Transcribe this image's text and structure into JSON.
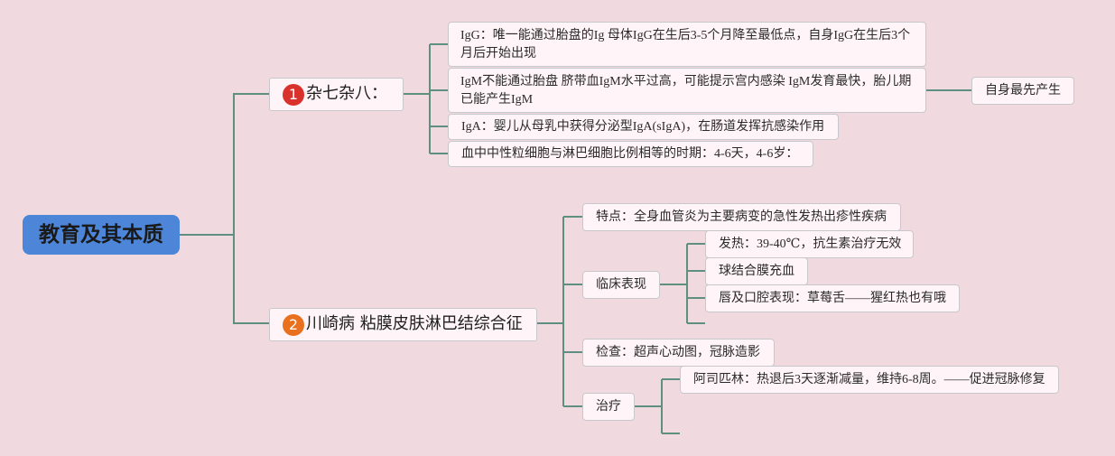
{
  "root": {
    "title": "教育及其本质"
  },
  "branch1": {
    "number": "1",
    "label": "杂七杂八：",
    "number_color": "#d9312b",
    "items": [
      "IgG：唯一能通过胎盘的Ig 母体IgG在生后3-5个月降至最低点，自身IgG在生后3个月后开始出现",
      "IgM不能通过胎盘 脐带血IgM水平过高，可能提示宫内感染 IgM发育最快，胎儿期已能产生IgM",
      "IgA：婴儿从母乳中获得分泌型IgA(sIgA)，在肠道发挥抗感染作用",
      "血中中性粒细胞与淋巴细胞比例相等的时期：4-6天，4-6岁："
    ],
    "igm_note": "自身最先产生"
  },
  "branch2": {
    "number": "2",
    "label": "川崎病 粘膜皮肤淋巴结综合征",
    "number_color": "#e8701e",
    "feature": "特点：全身血管炎为主要病变的急性发热出疹性疾病",
    "clinical": {
      "label": "临床表现",
      "items": [
        "发热：39-40℃，抗生素治疗无效",
        "球结合膜充血",
        "唇及口腔表现：草莓舌——猩红热也有哦"
      ]
    },
    "exam": "检查：超声心动图，冠脉造影",
    "treatment": {
      "label": "治疗",
      "items": [
        "阿司匹林：热退后3天逐渐减量，维持6-8周。——促进冠脉修复"
      ]
    }
  },
  "colors": {
    "background": "#f1d9e0",
    "root": "#4d86d8",
    "connector": "#5e8f80",
    "node_fill": "#fff4f7",
    "node_border": "#c8c8cc"
  }
}
